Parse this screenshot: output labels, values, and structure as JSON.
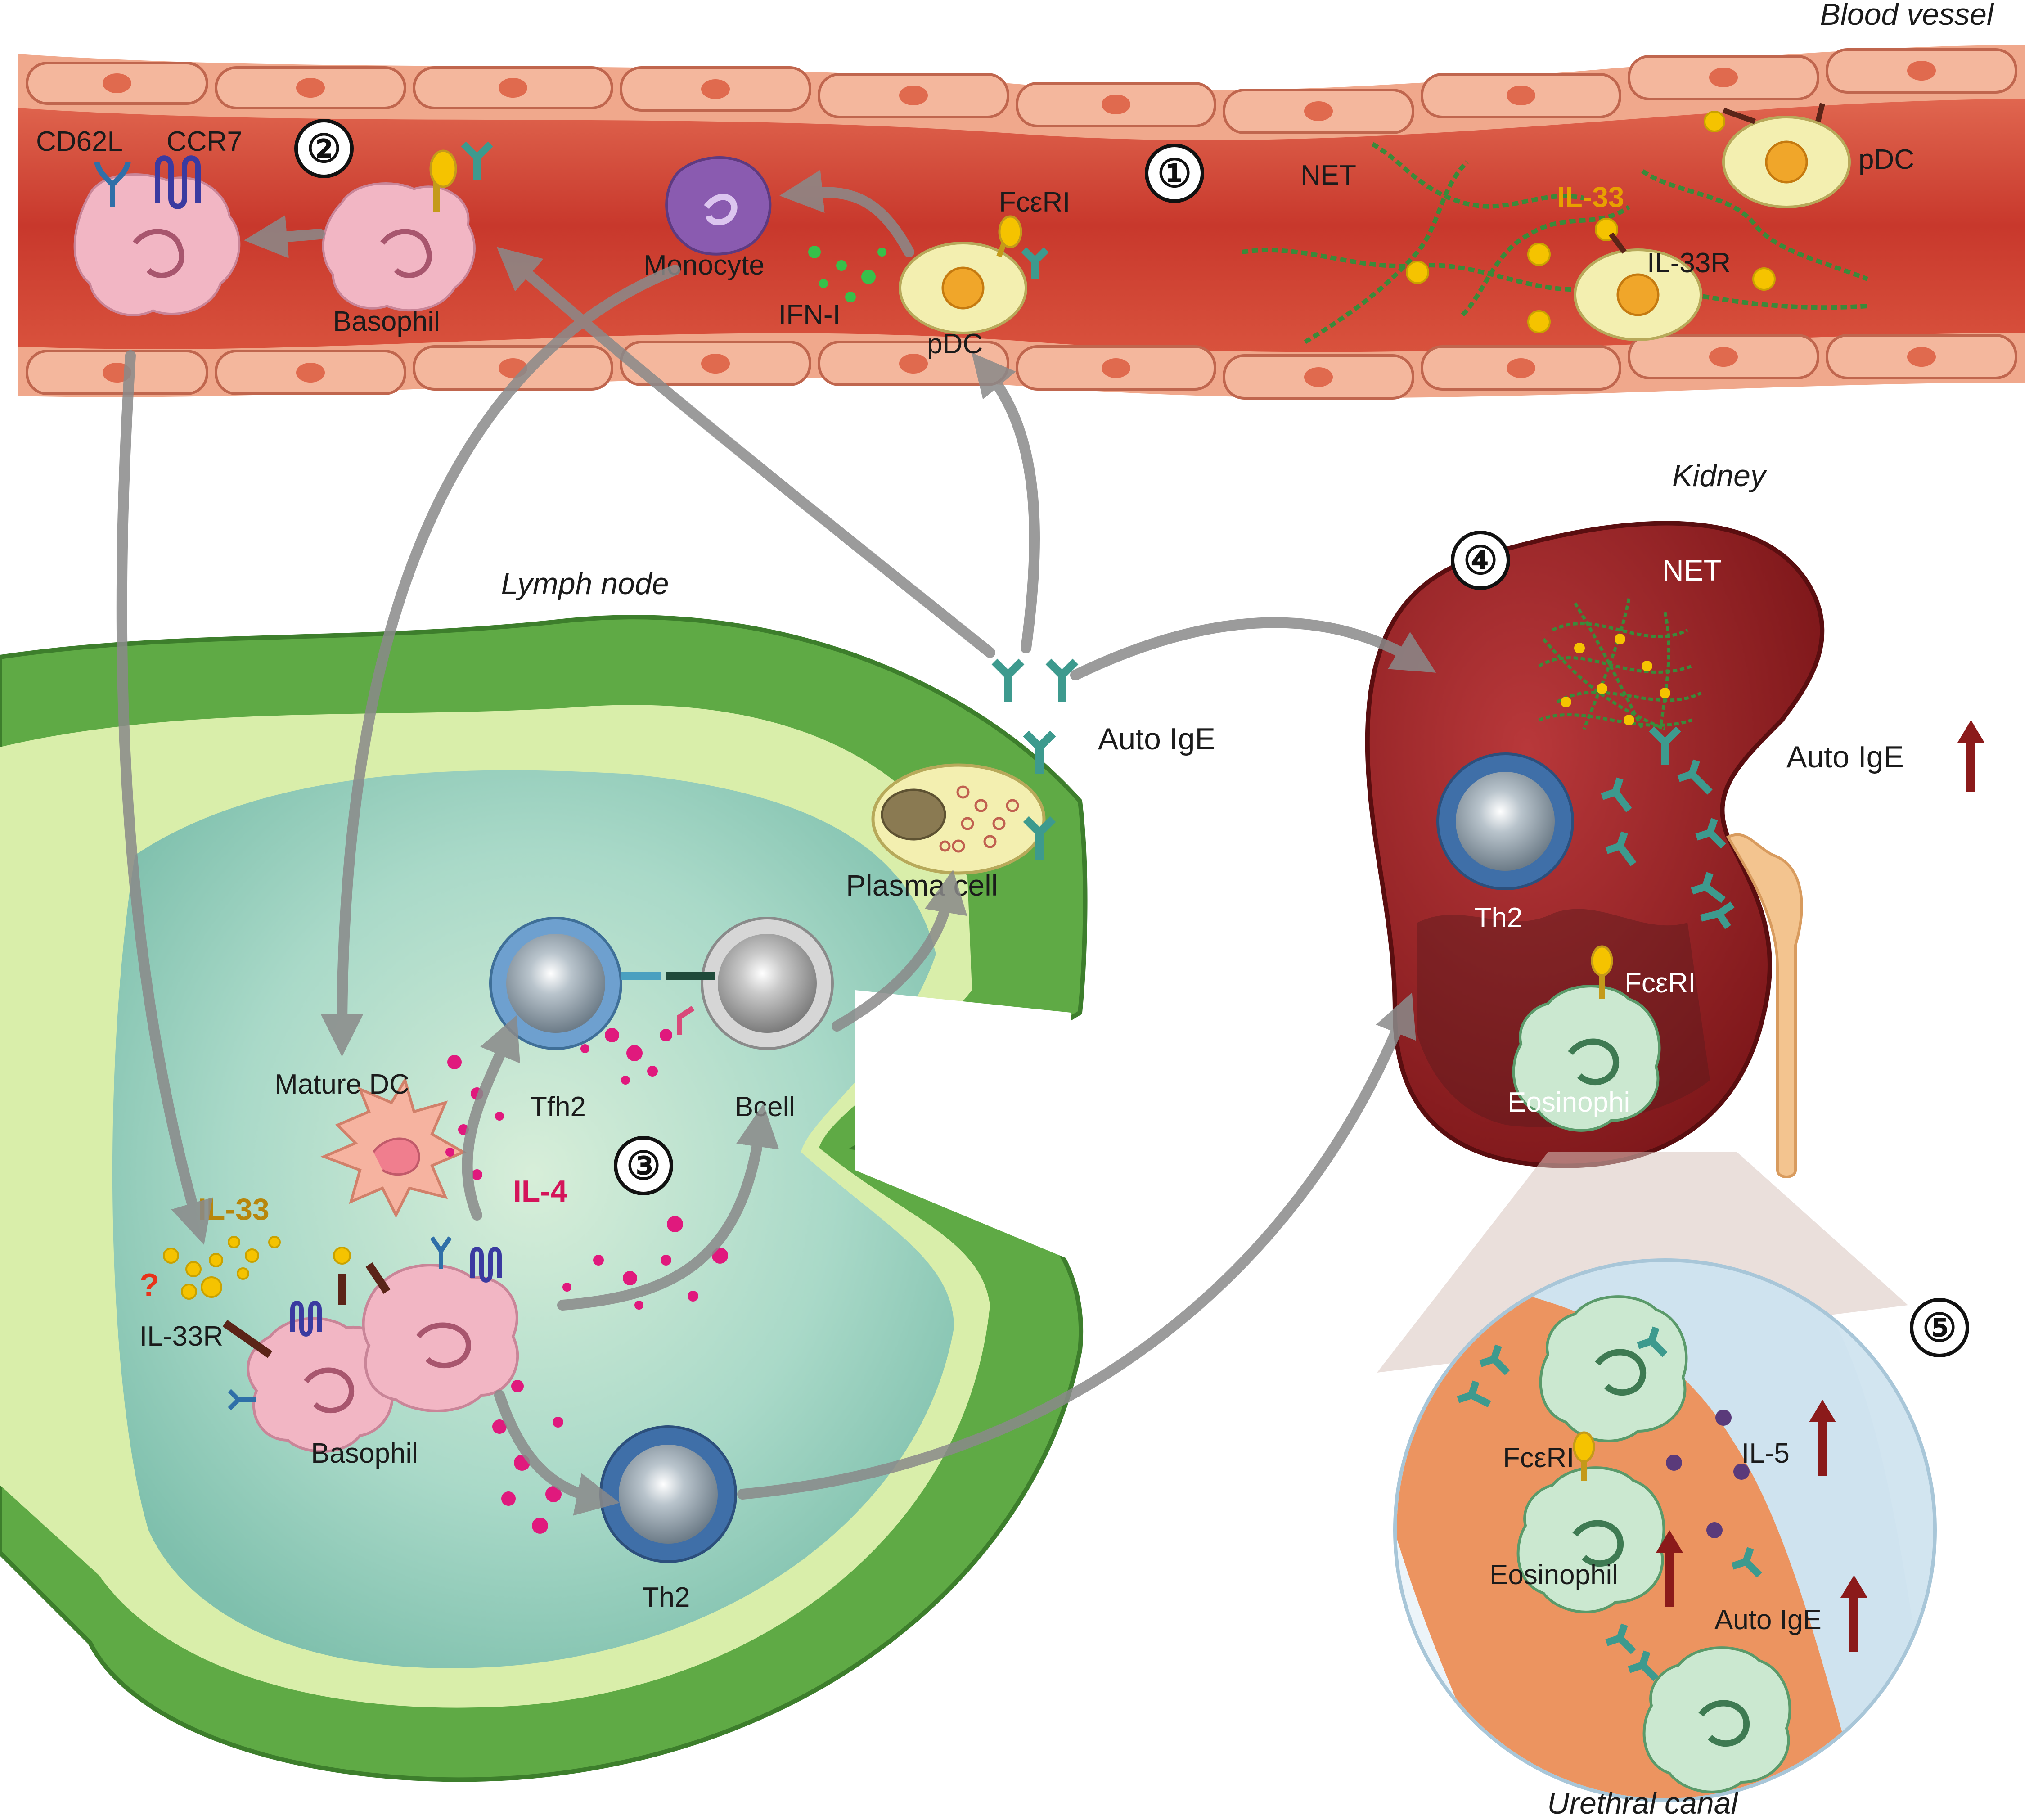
{
  "regions": {
    "blood_vessel": "Blood vessel",
    "lymph_node": "Lymph node",
    "kidney": "Kidney",
    "urethral_canal": "Urethral canal"
  },
  "steps": [
    "①",
    "②",
    "③",
    "④",
    "⑤"
  ],
  "labels": {
    "cd62l": "CD62L",
    "ccr7": "CCR7",
    "basophil_vessel": "Basophil",
    "monocyte": "Monocyte",
    "ifn": "IFN-I",
    "fceri_vessel": "FcεRI",
    "pdc_vessel": "pDC",
    "net_vessel": "NET",
    "il33_vessel": "IL-33",
    "il33r_vessel": "IL-33R",
    "pdc_top": "pDC",
    "mature_dc": "Mature DC",
    "tfh2": "Tfh2",
    "bcell": "Bcell",
    "il33_ln": "IL-33",
    "il4": "IL-4",
    "question": "?",
    "il33r_ln": "IL-33R",
    "basophil_ln": "Basophil",
    "th2_ln": "Th2",
    "plasma_cell": "Plasma cell",
    "auto_ige_ln": "Auto IgE",
    "net_kidney": "NET",
    "th2_kidney": "Th2",
    "fceri_kidney": "FcεRI",
    "eosinophil_kidney": "Eosinophi",
    "auto_ige_kidney": "Auto IgE",
    "fceri_urethra": "FcεRI",
    "il5": "IL-5",
    "eosinophil_urethra": "Eosinophil",
    "auto_ige_urethra": "Auto IgE"
  },
  "colors": {
    "vessel_blood": "#c8382c",
    "vessel_wall": "#f0a88c",
    "lymph_node_outer": "#5faa45",
    "lymph_node_inner": "#a9d9c8",
    "kidney": "#9a2224",
    "urethra": "#ec9460",
    "basophil": "#f2b6c4",
    "il33": "#f5c300",
    "il4": "#e0197d",
    "il33_text": "#e8a000",
    "il33_text_ln": "#b8860b",
    "il4_text": "#d4145a",
    "antibody": "#3d9a8e",
    "up_arrow": "#8b1a1a",
    "net_strand": "#3a8a3a"
  }
}
